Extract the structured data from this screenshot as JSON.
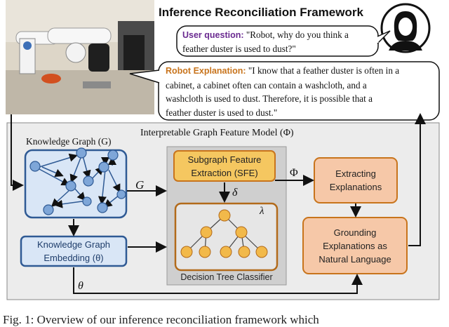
{
  "title": "Inference Reconciliation Framework",
  "user_question": {
    "label": "User question:",
    "text_line1": " \"Robot, why do you think a",
    "text_line2": "feather duster is used to dust?\""
  },
  "robot_explanation": {
    "label": "Robot Explanation:",
    "lines": [
      " \"I know that a feather duster is often in a",
      "cabinet, a cabinet often can contain a washcloth, and a",
      "washcloth is used to dust. Therefore, it is possible that a",
      "feather duster is used to dust.\""
    ]
  },
  "model_panel_title": "Interpretable Graph Feature Model (Φ)",
  "knowledge_graph_title": "Knowledge Graph (G)",
  "kg_embedding": {
    "line1": "Knowledge Graph",
    "line2": "Embedding (θ)"
  },
  "sfe_box": {
    "line1": "Subgraph Feature",
    "line2": "Extraction (SFE)"
  },
  "decision_tree_label": "Decision Tree Classifier",
  "extracting_box": {
    "line1": "Extracting",
    "line2": "Explanations"
  },
  "grounding_box": {
    "line1": "Grounding",
    "line2": "Explanations as",
    "line3": "Natural Language"
  },
  "symbols": {
    "G": "G",
    "delta": "δ",
    "lambda": "λ",
    "Phi": "Φ",
    "theta": "θ"
  },
  "caption": "Fig. 1: Overview of our inference reconciliation framework which",
  "colors": {
    "kg_fill": "#d9e6f6",
    "kg_border": "#2f5a94",
    "node_fill": "#7ea6d8",
    "sfe_fill": "#f5c760",
    "tree_node": "#f2b94a",
    "orange_box": "#f6c8a8",
    "orange_border": "#c8741c",
    "panel_fill": "#ececec",
    "tree_panel": "#cfcfcf"
  }
}
